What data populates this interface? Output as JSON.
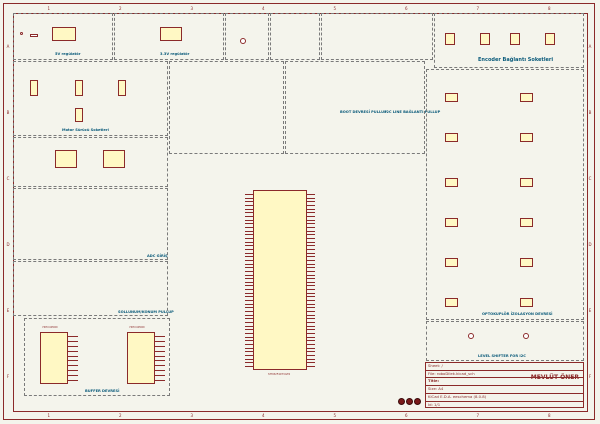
{
  "sheet": {
    "ruler_top": [
      "1",
      "2",
      "3",
      "4",
      "5",
      "6",
      "7",
      "8"
    ],
    "ruler_side": [
      "A",
      "B",
      "C",
      "D",
      "E",
      "F"
    ]
  },
  "blocks": {
    "regulator_5v": "5V regülatör",
    "regulator_33v": "3.3V regülatör",
    "encoder_sockets": "Encoder Bağlantı Soketleri",
    "motor_driver_sockets": "Motor Sürücü Soketleri",
    "mcu_label": "STM32F407VGT6",
    "adc": "ADC GİRİŞ",
    "pullup": "SOLLUNUM/KONUM PULLUP",
    "buffer": "BUFFER DEVRESİ",
    "optocoupler": "OPTOKUPLÖR İZOLASYON DEVRESİ",
    "level_shifter": "LEVEL SHIFTER FOR I2C",
    "boot": "BOOT DEVRESİ PULLUP",
    "i2c_pullup": "I2C LINE BAĞLANTI PULLUP",
    "buffer_ic1": "74HC4050D",
    "buffer_ic2": "74HC4050D"
  },
  "title_block": {
    "sheet": "Sheet: /",
    "file": "File: roboDilek.kicad_sch",
    "title": "Title:",
    "size": "Size: A4",
    "date": "Date:",
    "kicad": "KiCad E.D.A. eeschema (8.0.8)",
    "rev": "Rev:",
    "id": "Id: 1/1",
    "author": "MEVLÜT ÖNER"
  }
}
